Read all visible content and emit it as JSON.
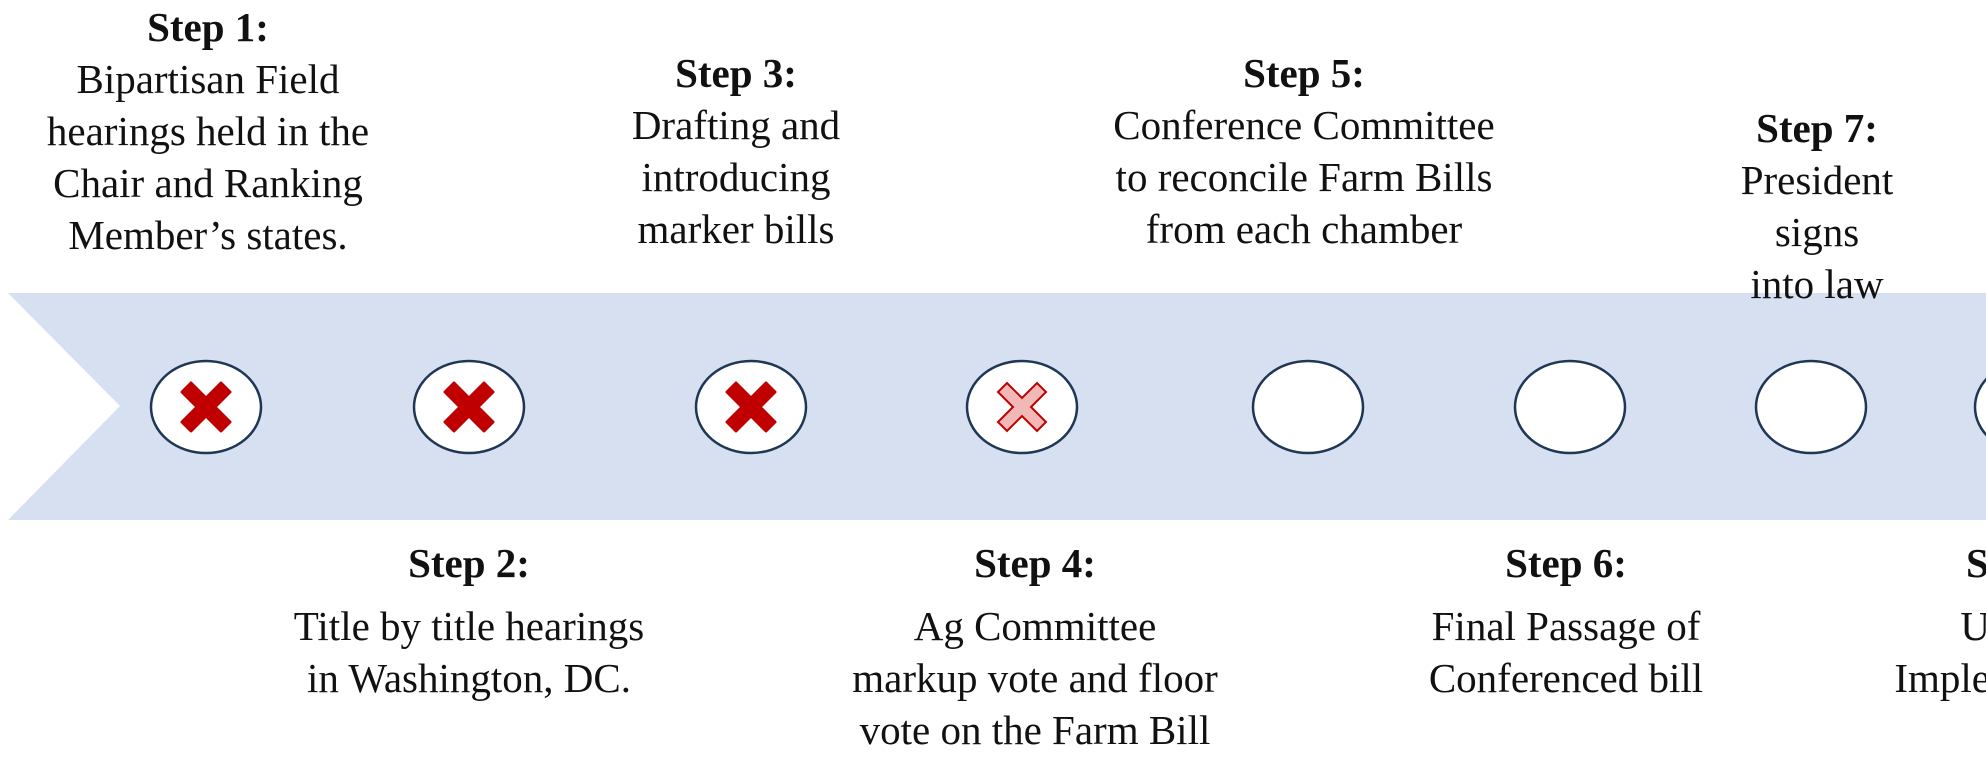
{
  "colors": {
    "band": "#d6e0f0",
    "circle_stroke": "#1f3655",
    "x_done": "#c00000",
    "x_partial_fill": "#f2b8b8",
    "x_partial_stroke": "#c00000"
  },
  "steps": [
    {
      "title": "Step 1:",
      "desc": "Bipartisan Field\nhearings held in the\nChair and Ranking\nMember’s states.",
      "status": "done",
      "icon": "x-icon"
    },
    {
      "title": "Step 2:",
      "desc": "Title by title hearings\nin Washington, DC.",
      "status": "done",
      "icon": "x-icon"
    },
    {
      "title": "Step 3:",
      "desc": "Drafting and\nintroducing\nmarker bills",
      "status": "done",
      "icon": "x-icon"
    },
    {
      "title": "Step 4:",
      "desc": "Ag Committee\nmarkup vote and floor\nvote on the Farm Bill",
      "status": "partial",
      "icon": "x-outline-icon"
    },
    {
      "title": "Step 5:",
      "desc": "Conference Committee\nto reconcile Farm Bills\nfrom each chamber",
      "status": "pending",
      "icon": "empty-circle-icon"
    },
    {
      "title": "Step 6:",
      "desc": "Final Passage of\nConferenced bill",
      "status": "pending",
      "icon": "empty-circle-icon"
    },
    {
      "title": "Step 7:",
      "desc": "President signs\ninto law",
      "status": "pending",
      "icon": "empty-circle-icon"
    },
    {
      "title": "S",
      "desc": "U\nImple",
      "status": "pending",
      "icon": "empty-circle-icon"
    }
  ]
}
